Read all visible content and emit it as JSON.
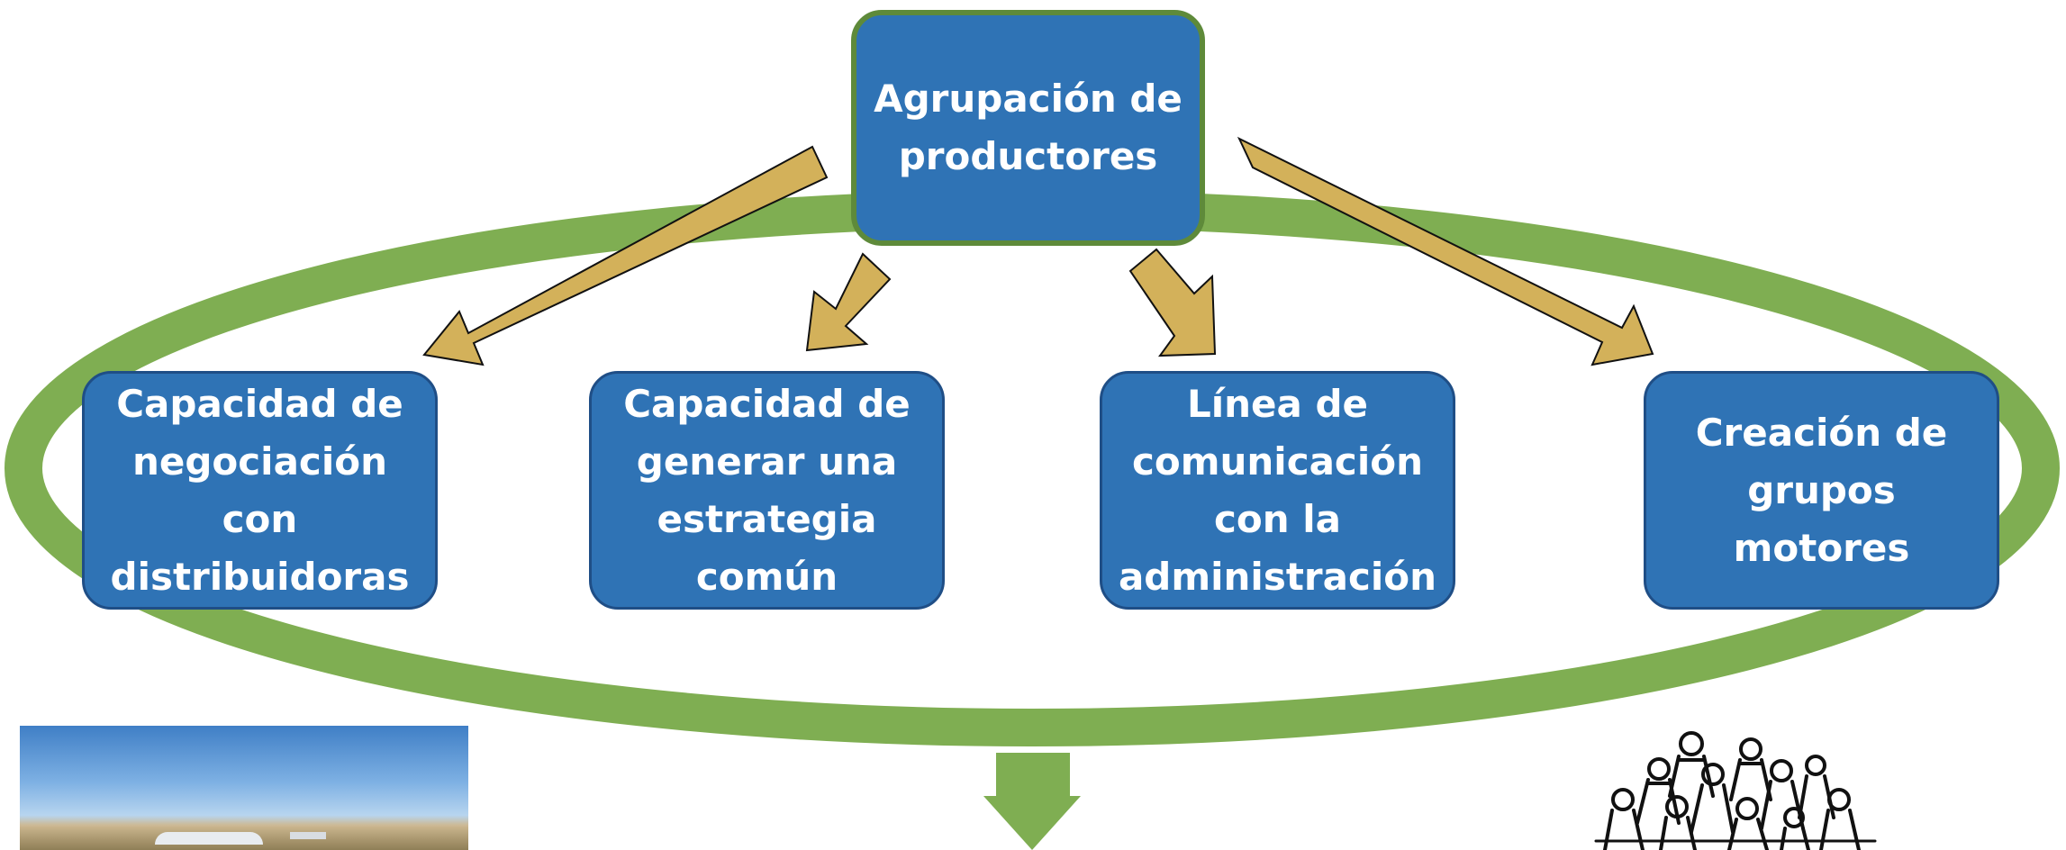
{
  "diagram": {
    "top_node": {
      "label": "Agrupación de\nproductores"
    },
    "child_nodes": [
      {
        "label": "Capacidad de\nnegociación\ncon\ndistribuidoras"
      },
      {
        "label": "Capacidad de\ngenerar una\nestrategia\ncomún"
      },
      {
        "label": "Línea de\ncomunicación\ncon la\nadministración"
      },
      {
        "label": "Creación de\ngrupos\nmotores"
      }
    ],
    "edges": [
      {
        "from": "Agrupación de productores",
        "to": "Capacidad de negociación con distribuidoras"
      },
      {
        "from": "Agrupación de productores",
        "to": "Capacidad de generar una estrategia común"
      },
      {
        "from": "Agrupación de productores",
        "to": "Línea de comunicación con la administración"
      },
      {
        "from": "Agrupación de productores",
        "to": "Creación de grupos motores"
      }
    ]
  },
  "images": {
    "photo": "landscape-photo",
    "illustration": "people-group-drawing"
  },
  "colors": {
    "node_fill": "#2f73b5",
    "node_border": "#1f4e86",
    "top_node_border": "#5e8a3a",
    "ellipse": "#7fae52",
    "arrow_fill": "#d3b15a",
    "arrow_stroke": "#111111",
    "down_arrow": "#7fae52",
    "text": "#ffffff"
  }
}
